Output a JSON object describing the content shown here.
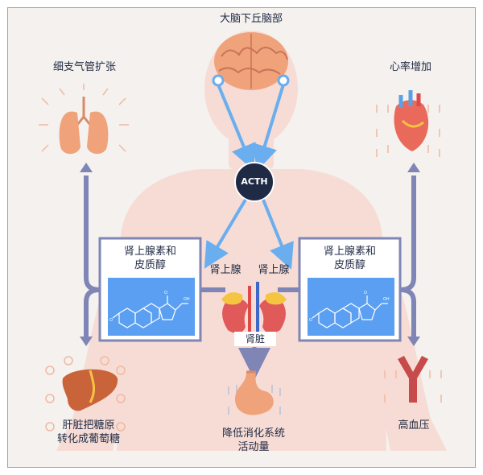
{
  "hypothalamus": {
    "label": "大脑下丘脑部"
  },
  "acth": {
    "label": "ACTH"
  },
  "adrenal": {
    "left_label": "肾上腺",
    "right_label": "肾上腺"
  },
  "kidney": {
    "label": "肾脏"
  },
  "hormone_left": {
    "line1": "肾上腺素和",
    "line2": "皮质醇"
  },
  "hormone_right": {
    "line1": "肾上腺素和",
    "line2": "皮质醇"
  },
  "effects": {
    "lungs": {
      "label": "细支气管扩张"
    },
    "heart": {
      "label": "心率增加"
    },
    "liver": {
      "line1": "肝脏把糖原",
      "line2": "转化成葡萄糖"
    },
    "digestion": {
      "line1": "降低消化系统",
      "line2": "活动量"
    },
    "blood_pressure": {
      "label": "高血压"
    }
  },
  "colors": {
    "arrow_blue": "#6aaef0",
    "arrow_slate": "#7f86b6",
    "acth_circle": "#1f2a44",
    "molecule_panel": "#5a9ff2",
    "body_silhouette": "#f6dcd4",
    "organ_orange": "#f0a27a"
  }
}
